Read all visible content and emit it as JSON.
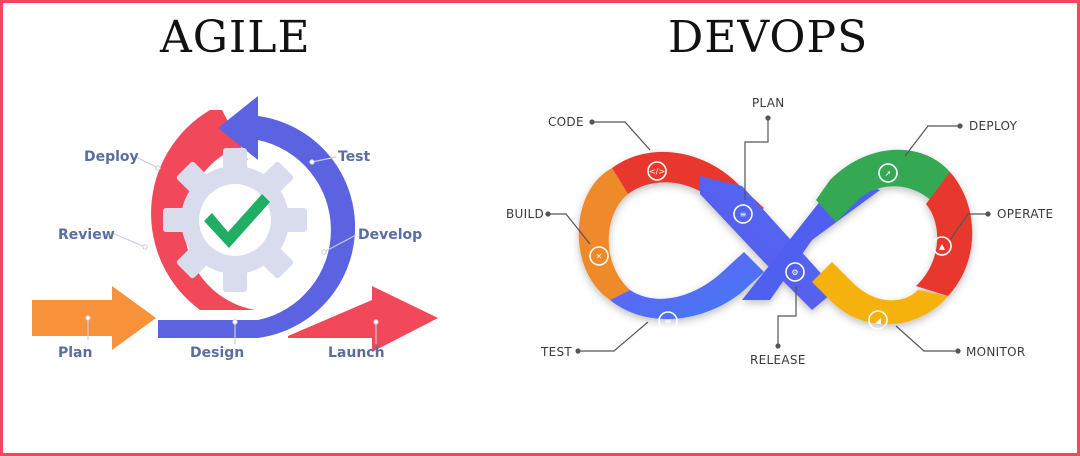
{
  "agile": {
    "title": "AGILE",
    "labels": {
      "deploy": "Deploy",
      "test": "Test",
      "review": "Review",
      "develop": "Develop",
      "plan": "Plan",
      "design": "Design",
      "launch": "Launch"
    },
    "colors": {
      "red": "#f2495a",
      "blue": "#5b63e0",
      "orange": "#f7923a",
      "gear": "#d9dcec",
      "check": "#1fae63"
    }
  },
  "devops": {
    "title": "DEVOPS",
    "labels": {
      "plan": "PLAN",
      "code": "CODE",
      "deploy": "DEPLOY",
      "build": "BUILD",
      "operate": "OPERATE",
      "test": "TEST",
      "monitor": "MONITOR",
      "release": "RELEASE"
    },
    "colors": {
      "red": "#e8382f",
      "orange": "#ef8a2c",
      "blue": "#4f5ff0",
      "green": "#34a853",
      "yellow": "#f5b20d"
    }
  }
}
